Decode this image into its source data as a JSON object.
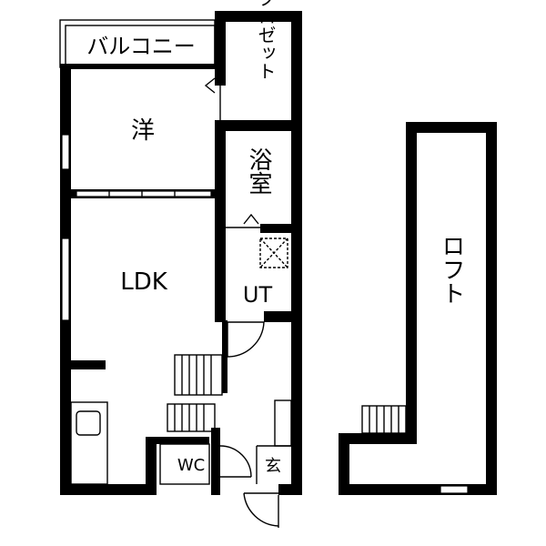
{
  "rooms": {
    "balcony": "バルコニー",
    "closet": "クロゼット",
    "western_room": "洋",
    "bath": "浴室",
    "ldk": "LDK",
    "utility": "UT",
    "toilet": "WC",
    "entrance": "玄",
    "loft": "ロフト"
  },
  "colors": {
    "wall": "#000000",
    "background": "#ffffff",
    "line": "#000000"
  }
}
